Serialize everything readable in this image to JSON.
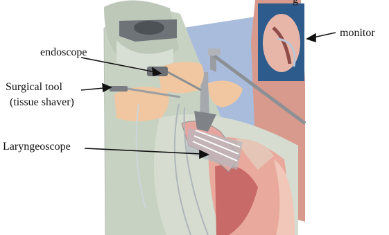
{
  "labels": {
    "endoscope": "endoscope",
    "surgical_tool_line1": "Surgical tool",
    "surgical_tool_line2": "(tissue shaver)",
    "laryngoscope": "Laryngeoscope",
    "monitor": "monitor",
    "clipped_top_text": "g"
  },
  "colors": {
    "gown": "#c9d3c0",
    "skin": "#eec39a",
    "background_wall": "#9fb3d6",
    "monitor_frame": "#d98f86",
    "monitor_screen": "#2a5d8a",
    "instrument": "#8c8f93",
    "tissue": "#d98a86"
  }
}
